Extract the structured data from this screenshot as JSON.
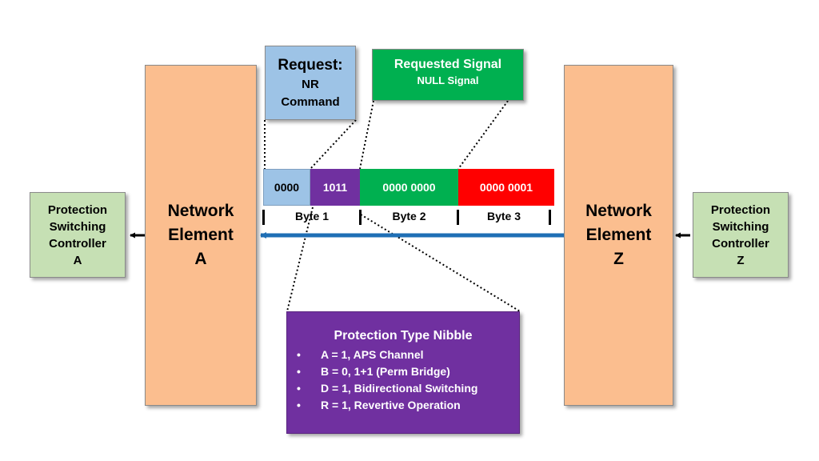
{
  "network_element_a": {
    "line1": "Network",
    "line2": "Element",
    "line3": "A"
  },
  "network_element_z": {
    "line1": "Network",
    "line2": "Element",
    "line3": "Z"
  },
  "controller_a": {
    "line1": "Protection",
    "line2": "Switching",
    "line3": "Controller",
    "line4": "A"
  },
  "controller_z": {
    "line1": "Protection",
    "line2": "Switching",
    "line3": "Controller",
    "line4": "Z"
  },
  "request": {
    "line1": "Request:",
    "line2": "NR",
    "line3": "Command"
  },
  "requested_signal": {
    "line1": "Requested Signal",
    "line2": "NULL Signal"
  },
  "segments": {
    "request_bits": "0000",
    "protection_bits": "1011",
    "byte2_bits": "0000 0000",
    "byte3_bits": "0000 0001"
  },
  "byte_labels": {
    "byte1": "Byte 1",
    "byte2": "Byte 2",
    "byte3": "Byte 3"
  },
  "protection_type": {
    "title": "Protection Type Nibble",
    "items": [
      "A = 1, APS Channel",
      "B = 0, 1+1 (Perm Bridge)",
      "D = 1, Bidirectional Switching",
      "R = 1, Revertive Operation"
    ],
    "bullet": "•"
  },
  "colors": {
    "network_element": "#fbbe8f",
    "controller": "#c6e0b4",
    "request": "#9dc3e6",
    "requested_signal": "#00b050",
    "protection": "#7030a0",
    "byte3": "#ff0000",
    "arrow": "#1f6fb5"
  }
}
